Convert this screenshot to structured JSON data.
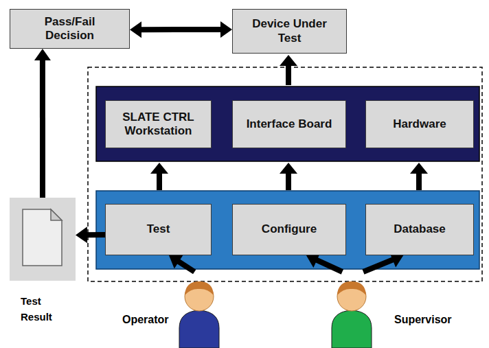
{
  "diagram": {
    "nodes": [
      {
        "text": [
          "Pass/Fail Decision"
        ]
      },
      {
        "text": [
          "Device Under Test"
        ]
      },
      {
        "text": [
          "SLATE CTRL Workstation"
        ]
      },
      {
        "text": [
          "Interface Board"
        ]
      },
      {
        "text": [
          "Hardware"
        ]
      },
      {
        "text": [
          "Test"
        ]
      },
      {
        "text": [
          "Configure"
        ]
      },
      {
        "text": [
          "Database"
        ]
      },
      {
        "text": [
          "Test Result"
        ]
      },
      {
        "text": [
          "Operator"
        ]
      },
      {
        "text": [
          "Supervisor"
        ]
      }
    ],
    "edges": [
      {
        "from": 0,
        "to": 1,
        "arrow": "both"
      },
      {
        "from": 8,
        "to": 0,
        "arrow": "to"
      },
      {
        "from": 5,
        "to": 8,
        "arrow": "to"
      },
      {
        "from": 9,
        "to": 5,
        "arrow": "to"
      },
      {
        "from": 10,
        "to": 6,
        "arrow": "to"
      },
      {
        "from": 10,
        "to": 7,
        "arrow": "to"
      }
    ]
  }
}
